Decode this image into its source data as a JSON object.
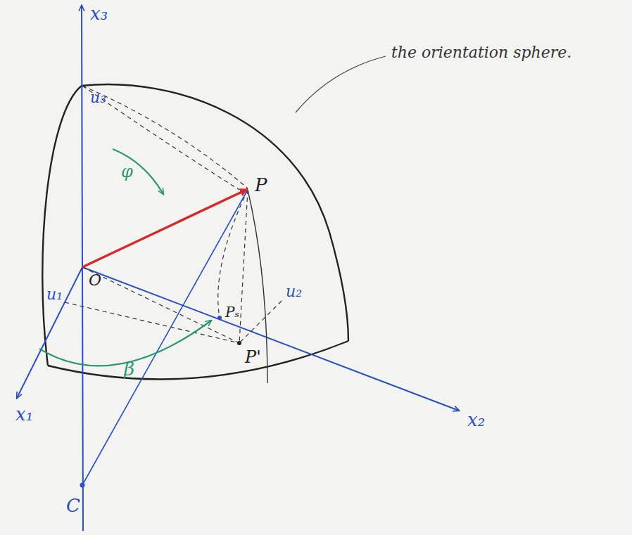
{
  "diagram": {
    "labels": [
      "x₃",
      "the orientation sphere.",
      "u₃",
      "φ",
      "P",
      "O",
      "u₁",
      "Pₛ",
      "u₂",
      "β",
      "P'",
      "x₁",
      "C",
      "x₂"
    ]
  }
}
